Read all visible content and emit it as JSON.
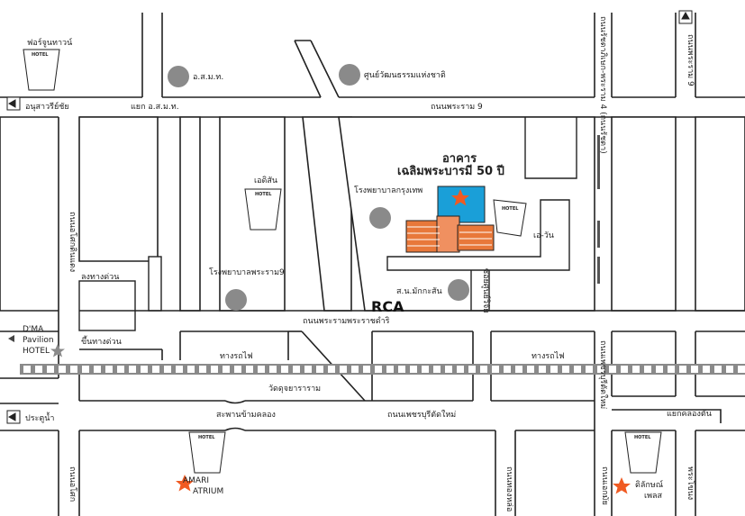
{
  "colors": {
    "road_outline": "#222222",
    "landmark_circle": "#8a8a8a",
    "star": "#f05a22",
    "building_blue": "#1a9fd8",
    "building_orange": "#e8783a",
    "rail": "#8a8a8a"
  },
  "roads": {
    "rama9": "ถนนพระราม 9",
    "yaek_osmt": "แยก อ.ส.ม.ท.",
    "anusawari": "อนุสาวรีย์ชัย",
    "asok_din_daeng": "ถนนอโศกดินแดง",
    "longtang_duan_1": "ลงทางด่วน",
    "khuen_tang_duan": "ขึ้นทางด่วน",
    "rama9_hospital_road": "ถนนพระรามพระราชดำริ",
    "railway_1": "ทางรถไฟ",
    "railway_2": "ทางรถไฟ",
    "wat_duang": "วัดดุจยาราราม",
    "saphan_klong": "สะพานข้ามคลอง",
    "phetchaburi": "ถนนเพชรบุรีตัดใหม่",
    "pratunam": "ประตูน้ำ",
    "ratchada": "ถนนรัชดาภิเษก-พระราม 4 (ถนนรัชดา)",
    "thonglo": "ถนนทองหล่อ",
    "ekkamai": "ถนนเอกมัย",
    "yaek_klong_tan": "แยกคลองตัน",
    "phra_khanong": "พระโขนง",
    "soi_soonvijai": "ซอยศูนย์วิจัย",
    "rama9_right": "ถนนพระราม 9",
    "asok_bottom": "ถนนอโศก"
  },
  "landmarks": {
    "fortune_town": "ฟอร์จูนทาวน์",
    "osmt": "อ.ส.ม.ท.",
    "cultural_center": "ศูนย์วัฒนธรรมแห่งชาติ",
    "edison": "เอดิสัน",
    "rama9_hospital": "โรงพยาบาลพระราม9",
    "bangkok_hospital": "โรงพยาบาลกรุงเทพ",
    "building_title_1": "อาคาร",
    "building_title_2": "เฉลิมพระบารมี 50 ปี",
    "a_one": "เอ-วัน",
    "smakkasan": "ส.น.มักกะสัน",
    "rca": "RCA",
    "dma": "D'MA",
    "pavilion": "Pavilion",
    "hotel_dma": "HOTEL",
    "amari": "AMARI",
    "atrium": "ATRIUM",
    "dusit": "ดิลักษณ์",
    "dusit_place": "เพลส"
  },
  "hotel_sign": "HOTEL"
}
